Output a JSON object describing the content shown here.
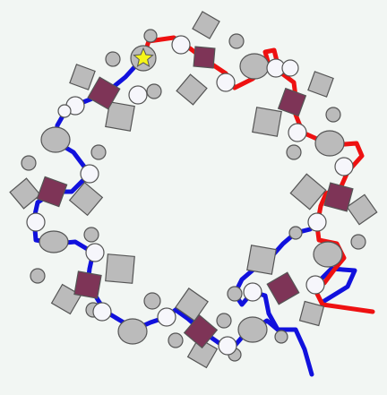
{
  "figure": {
    "background_color": "#f2f6f3",
    "outline_color": "#555555",
    "colors": {
      "blue_link": "#1111dd",
      "red_link": "#ee1111",
      "grey_shape": "#bbbbbb",
      "white_circle": "#f6f6fb",
      "maroon_diamond": "#7e3457",
      "star": "#f5f518"
    },
    "legend": "none",
    "text_labels": "none",
    "notes_visible": "none"
  },
  "symbol_legend_semantics": {
    "grey_ellipse": "grey-ellipse",
    "grey_circle": "grey-circle",
    "grey_diamond": "grey-diamond",
    "grey_square": "grey-square",
    "white_circle": "white-circle",
    "maroon_diamond": "maroon-diamond",
    "star": "yellow-star-icon"
  }
}
